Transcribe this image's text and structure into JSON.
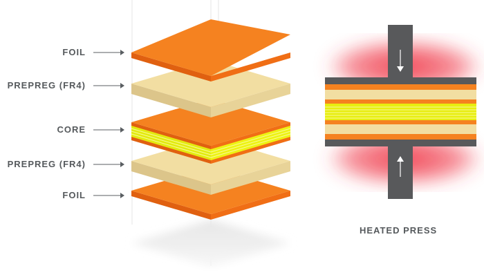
{
  "labels": {
    "foil_top": "FOIL",
    "prepreg_top": "PREPREG (FR4)",
    "core": "CORE",
    "prepreg_bottom": "PREPREG (FR4)",
    "foil_bottom": "FOIL"
  },
  "press": {
    "caption": "HEATED PRESS"
  },
  "colors": {
    "foil": "#f58220",
    "foil_dark": "#e06010",
    "prepreg": "#f2dea2",
    "prepreg_side": "#dcc58a",
    "core_yellow": "#e8ee10",
    "heat": "#f03a4a",
    "press_steel": "#58595b",
    "label_text": "#55595c",
    "arrow": "#5a5e62"
  }
}
